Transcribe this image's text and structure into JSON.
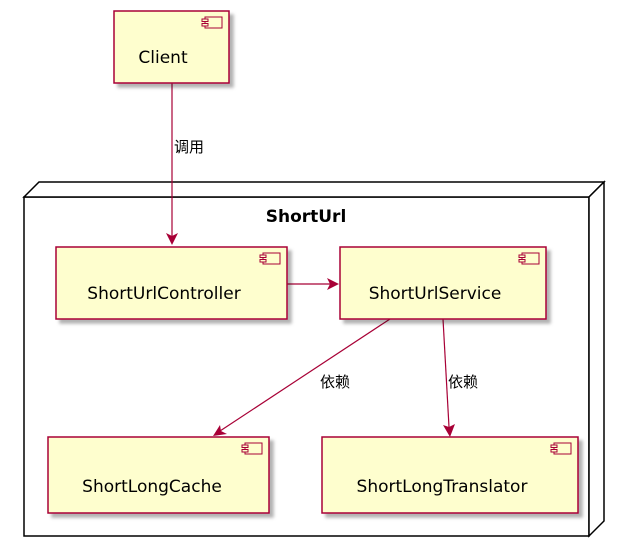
{
  "colors": {
    "component_fill": "#FEFECE",
    "component_border": "#A80036",
    "arrow": "#A80036",
    "node_border": "#000000",
    "shadow": "#C8C8C8"
  },
  "node": {
    "title": "ShortUrl"
  },
  "components": {
    "client": {
      "label": "Client",
      "icon": "component-icon"
    },
    "controller": {
      "label": "ShortUrlController",
      "icon": "component-icon"
    },
    "service": {
      "label": "ShortUrlService",
      "icon": "component-icon"
    },
    "cache": {
      "label": "ShortLongCache",
      "icon": "component-icon"
    },
    "translator": {
      "label": "ShortLongTranslator",
      "icon": "component-icon"
    }
  },
  "edges": {
    "client_to_controller": {
      "label": "调用"
    },
    "controller_to_service": {
      "label": ""
    },
    "service_to_cache": {
      "label": "依赖"
    },
    "service_to_translator": {
      "label": "依赖"
    }
  }
}
